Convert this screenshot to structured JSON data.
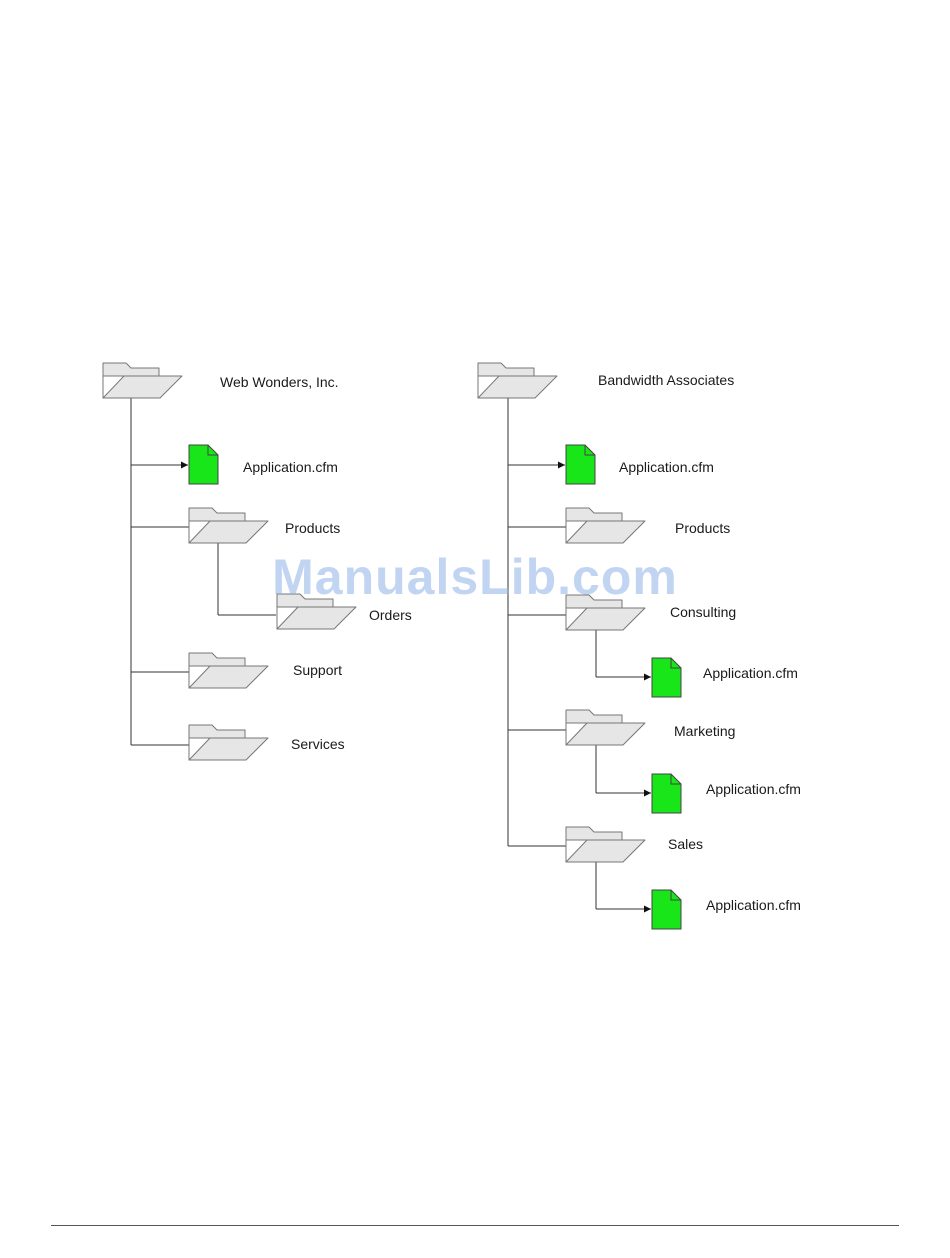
{
  "trees": [
    {
      "label": "Web Wonders, Inc.",
      "children": [
        {
          "kind": "file",
          "label": "Application.cfm"
        },
        {
          "kind": "folder",
          "label": "Products",
          "children": [
            {
              "kind": "folder",
              "label": "Orders"
            }
          ]
        },
        {
          "kind": "folder",
          "label": "Support"
        },
        {
          "kind": "folder",
          "label": "Services"
        }
      ]
    },
    {
      "label": "Bandwidth Associates",
      "children": [
        {
          "kind": "file",
          "label": "Application.cfm"
        },
        {
          "kind": "folder",
          "label": "Products"
        },
        {
          "kind": "folder",
          "label": "Consulting",
          "children": [
            {
              "kind": "file",
              "label": "Application.cfm"
            }
          ]
        },
        {
          "kind": "folder",
          "label": "Marketing",
          "children": [
            {
              "kind": "file",
              "label": "Application.cfm"
            }
          ]
        },
        {
          "kind": "folder",
          "label": "Sales",
          "children": [
            {
              "kind": "file",
              "label": "Application.cfm"
            }
          ]
        }
      ]
    }
  ],
  "watermark": "ManualsLib.com",
  "colors": {
    "folder_fill": "#e6e6e6",
    "folder_stroke": "#777777",
    "file_fill": "#19e619",
    "file_stroke": "#444444",
    "line": "#333333"
  },
  "icons": {
    "folder": "folder-icon",
    "file": "file-icon"
  }
}
